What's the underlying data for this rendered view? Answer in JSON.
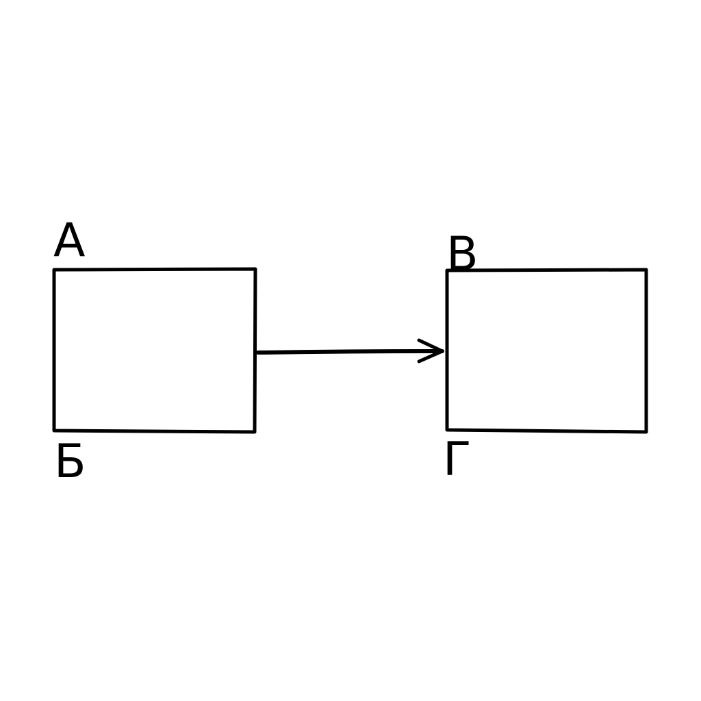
{
  "diagram": {
    "nodes": [
      {
        "id": "left-box",
        "corner_labels": {
          "top_left": "А",
          "bottom_left": "Б"
        }
      },
      {
        "id": "right-box",
        "corner_labels": {
          "top_left": "В",
          "bottom_left": "Г"
        }
      }
    ],
    "edges": [
      {
        "from": "left-box",
        "to": "right-box",
        "arrowhead": "open-chevron"
      }
    ],
    "colors": {
      "stroke": "#000000",
      "background": "#ffffff"
    }
  }
}
